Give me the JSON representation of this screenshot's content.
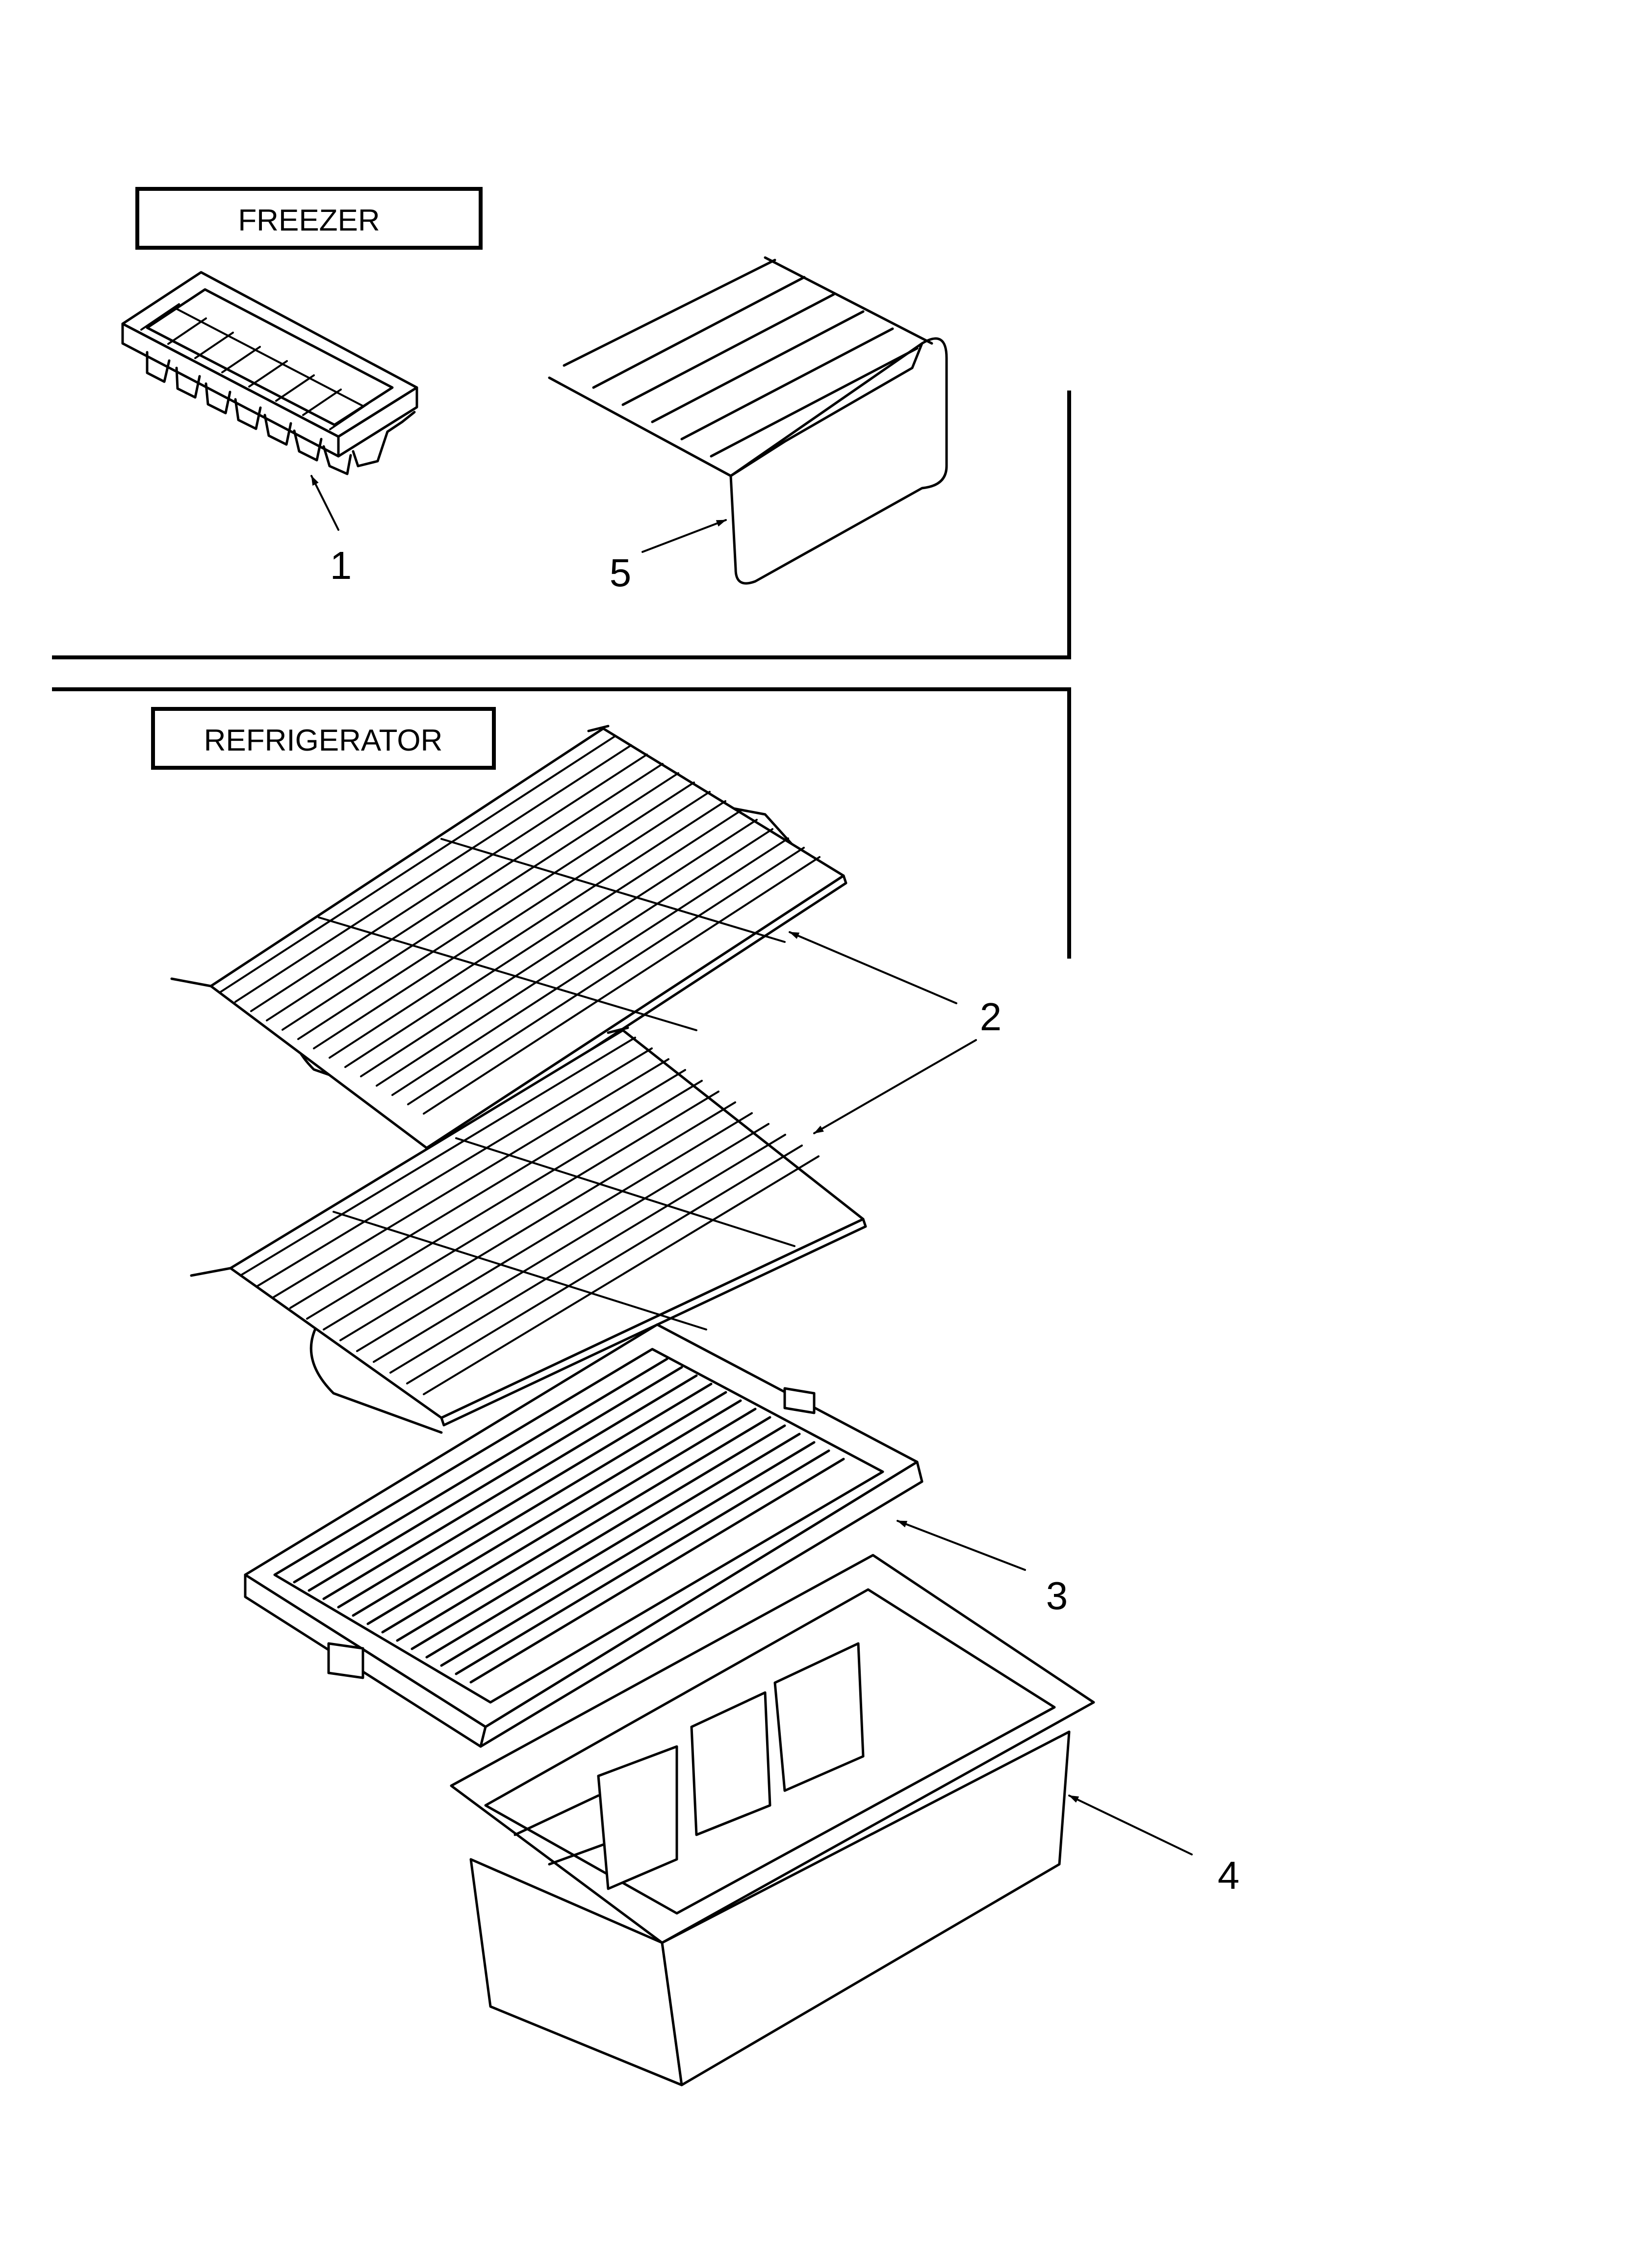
{
  "sections": {
    "freezer": "FREEZER",
    "refrigerator": "REFRIGERATOR"
  },
  "callouts": [
    "1",
    "2",
    "3",
    "4",
    "5"
  ]
}
